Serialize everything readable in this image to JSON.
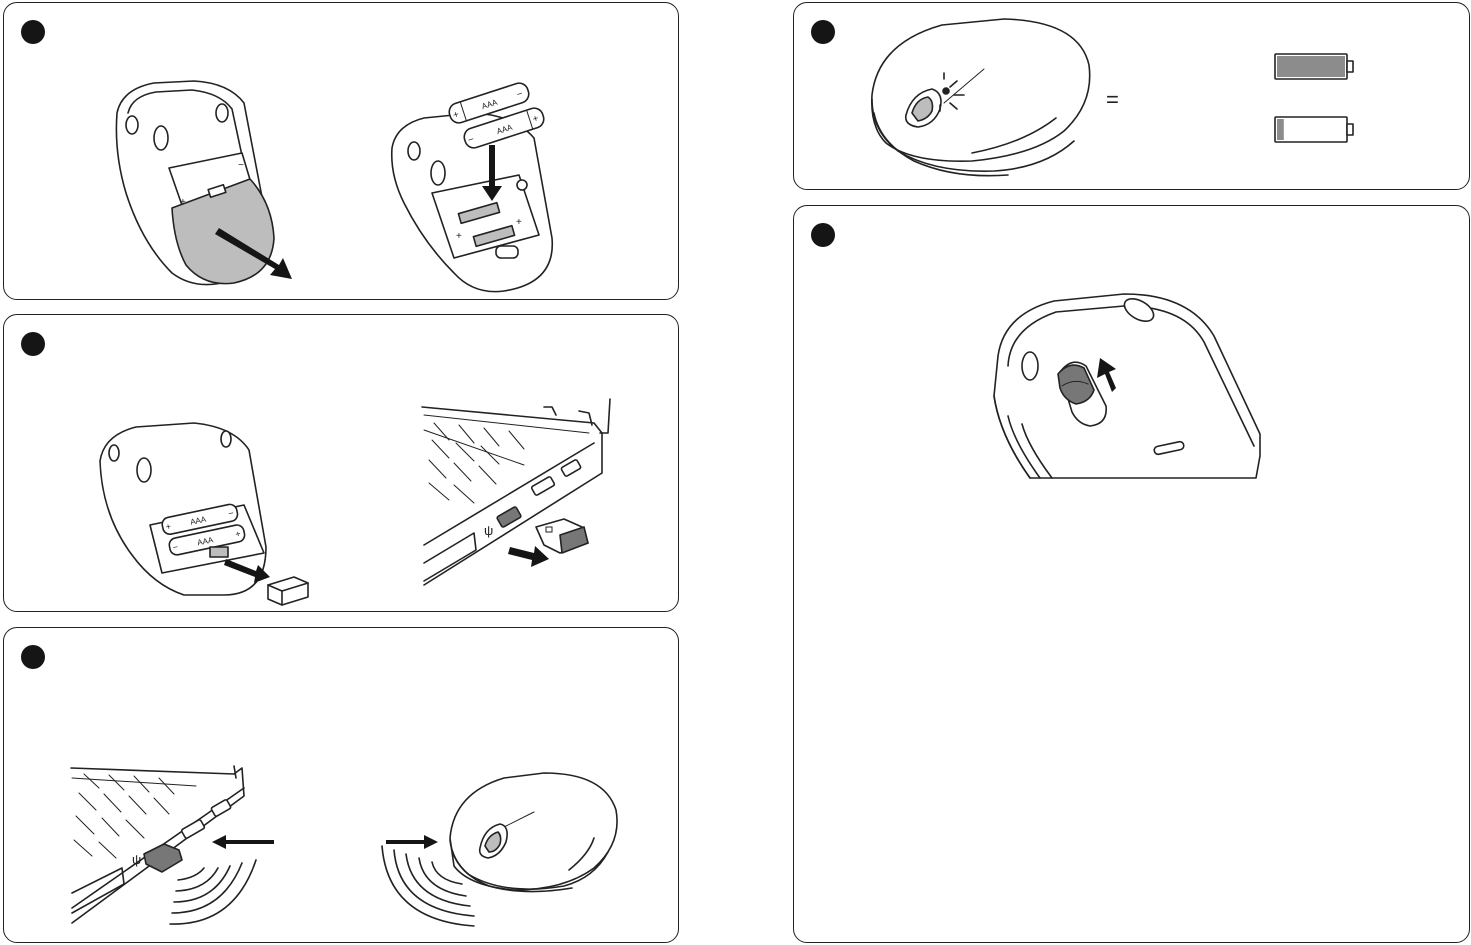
{
  "labels": {
    "battery_type": "AAA",
    "plus": "+",
    "minus": "−",
    "equals": "=",
    "usb_symbol": "ψ"
  },
  "panels": [
    {
      "id": "step-batteries"
    },
    {
      "id": "step-receiver"
    },
    {
      "id": "step-connect"
    },
    {
      "id": "step-battery-indicator"
    },
    {
      "id": "step-power-switch"
    }
  ],
  "battery_indicator": {
    "full_level": 1.0,
    "low_level": 0.1
  }
}
